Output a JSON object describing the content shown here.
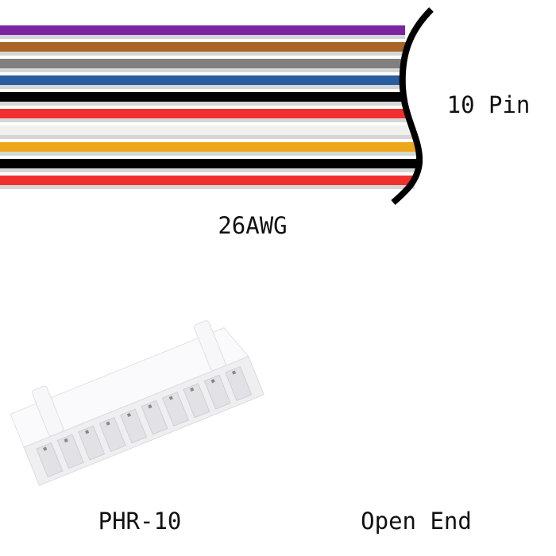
{
  "wires": {
    "count_label": "10 Pin",
    "gauge_label": "26AWG",
    "colors": [
      "#7b25a3",
      "#a86424",
      "#808080",
      "#2a5d9f",
      "#000000",
      "#f22f2f",
      "#f0f0ee",
      "#eda81a",
      "#000000",
      "#f22f2f"
    ]
  },
  "ends": {
    "connector_label": "PHR-10",
    "open_end_label": "Open End"
  },
  "connector": {
    "pin_count": 10,
    "body_color": "#f4f4f6"
  }
}
